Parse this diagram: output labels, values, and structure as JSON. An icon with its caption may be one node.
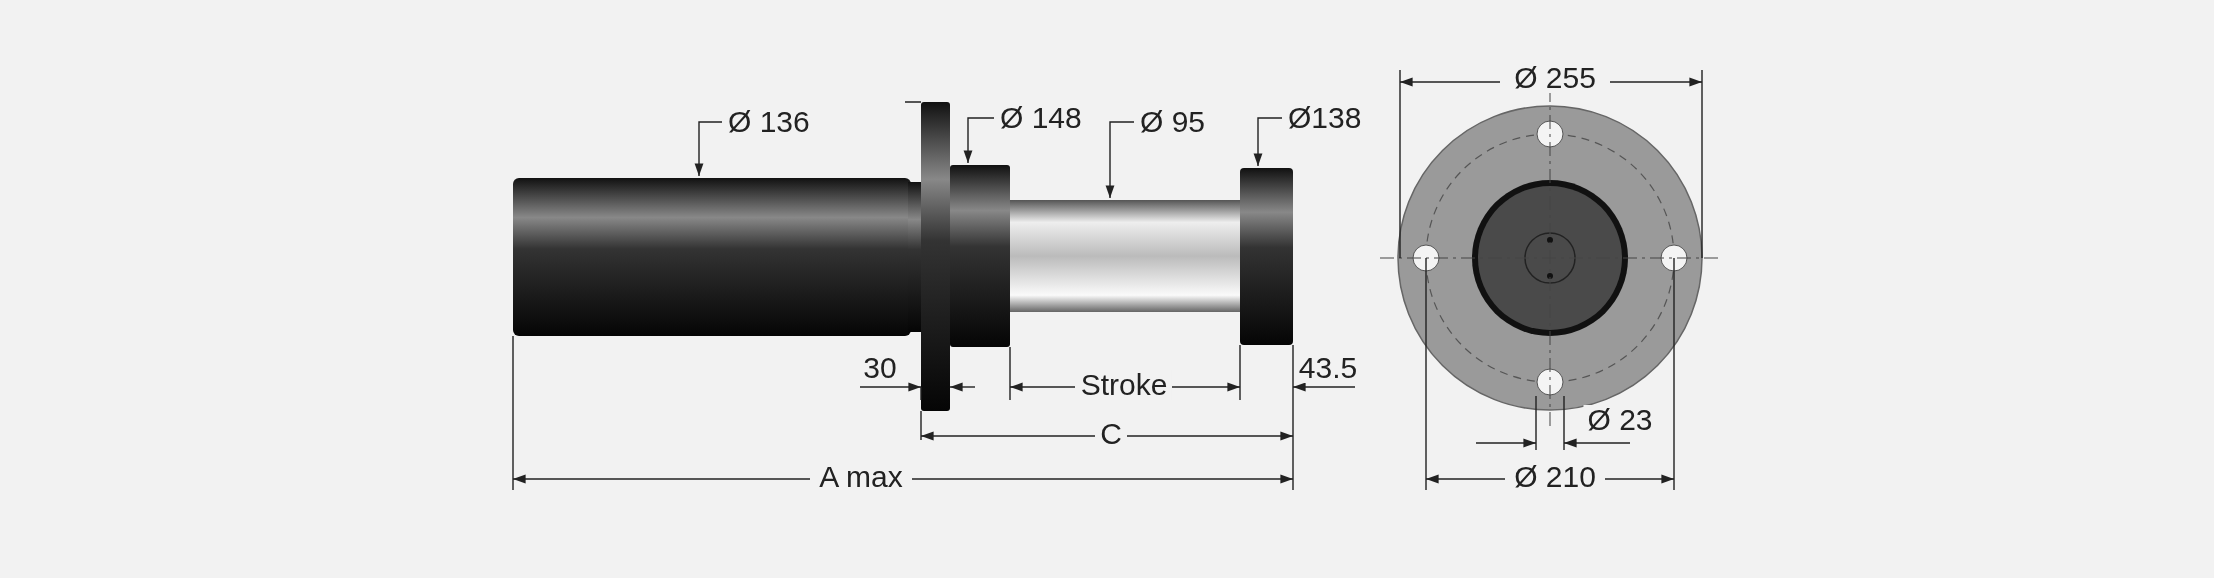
{
  "diagram": {
    "nodes": [
      {
        "text": [
          "Ø 136"
        ]
      },
      {
        "text": [
          "Ø 148"
        ]
      },
      {
        "text": [
          "Ø 95"
        ]
      },
      {
        "text": [
          "Ø138"
        ]
      }
    ],
    "edges": [
      {
        "from": 0,
        "to": null,
        "arrow": "to"
      },
      {
        "from": 1,
        "to": null,
        "arrow": "to"
      },
      {
        "from": 2,
        "to": null,
        "arrow": "to"
      },
      {
        "from": 3,
        "to": null,
        "arrow": "to"
      }
    ],
    "labels": [
      "30",
      "Stroke",
      "43.5",
      "C",
      "A max",
      "Ø 255",
      "Ø 23",
      "Ø 210"
    ]
  }
}
